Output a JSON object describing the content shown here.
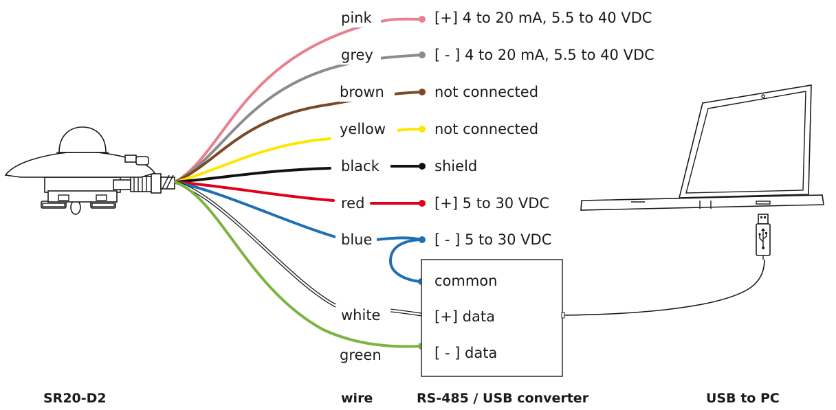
{
  "wires": [
    {
      "color_name": "pink",
      "function": "[+] 4 to 20 mA, 5.5 to 40 VDC",
      "stroke": "#e8808e"
    },
    {
      "color_name": "grey",
      "function": "[ - ] 4 to 20 mA, 5.5 to 40 VDC",
      "stroke": "#8c8c8c"
    },
    {
      "color_name": "brown",
      "function": "not connected",
      "stroke": "#7a4a26"
    },
    {
      "color_name": "yellow",
      "function": "not connected",
      "stroke": "#ffe600"
    },
    {
      "color_name": "black",
      "function": "shield",
      "stroke": "#111111"
    },
    {
      "color_name": "red",
      "function": "[+] 5 to 30 VDC",
      "stroke": "#e0001b"
    },
    {
      "color_name": "blue",
      "function": "[ - ] 5 to 30 VDC",
      "stroke": "#1f6fb4"
    },
    {
      "color_name": "white",
      "function": "",
      "stroke": "#ffffff"
    },
    {
      "color_name": "green",
      "function": "",
      "stroke": "#7cb342"
    }
  ],
  "converter": {
    "terminals": [
      "common",
      "[+] data",
      "[ - ] data"
    ]
  },
  "captions": {
    "sensor": "SR20-D2",
    "wire": "wire",
    "converter": "RS-485 / USB converter",
    "pc": "USB to PC"
  }
}
